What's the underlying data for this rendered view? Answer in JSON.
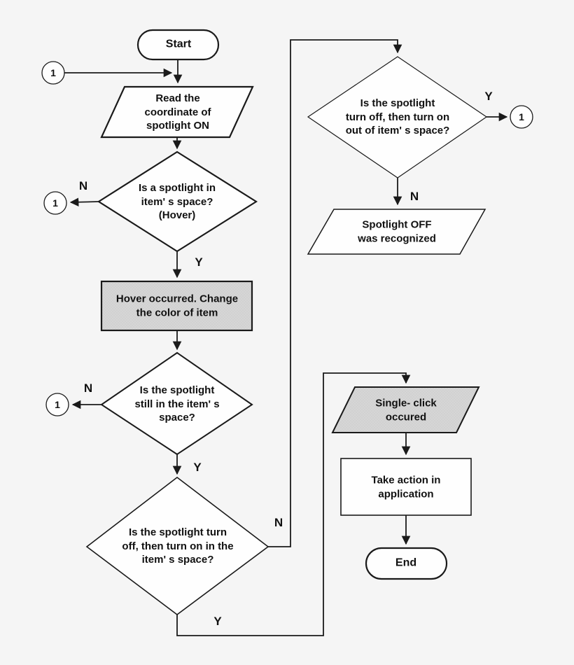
{
  "diagram": {
    "kind": "flowchart",
    "colors": {
      "background": "#f5f5f5",
      "node_fill": "#fefefe",
      "node_fill_gray": "#d6d6d6",
      "stroke": "#1a1a1a"
    },
    "nodes": {
      "start": "Start",
      "connector_top_left": "1",
      "read_coordinate": "Read the\ncoordinate of\nspotlight ON",
      "decision_hover": "Is a spotlight in\nitem' s space?\n(Hover)",
      "connector_hover_no": "1",
      "hover_occurred": "Hover occurred. Change\nthe color of item",
      "decision_still": "Is the spotlight\nstill in the item' s\nspace?",
      "connector_still_no": "1",
      "decision_turnoff_in": "Is the spotlight turn\noff, then turn on in the\nitem' s space?",
      "decision_turnoff_out": "Is the spotlight\nturn off, then turn on\nout of item' s space?",
      "connector_out_yes": "1",
      "spotlight_off": "Spotlight OFF\nwas recognized",
      "single_click": "Single- click\noccured",
      "take_action": "Take action in\napplication",
      "end": "End"
    },
    "edge_labels": {
      "hover_no": "N",
      "hover_yes": "Y",
      "still_no": "N",
      "still_yes": "Y",
      "turnoff_in_no": "N",
      "turnoff_in_yes": "Y",
      "turnoff_out_yes": "Y",
      "turnoff_out_no": "N"
    }
  }
}
